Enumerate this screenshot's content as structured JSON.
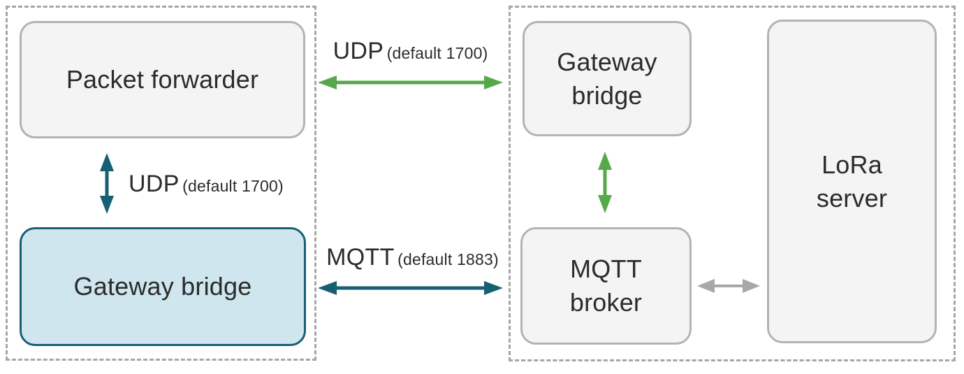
{
  "colors": {
    "green_arrow": "#57a84b",
    "teal_arrow": "#176073",
    "teal_box_fill": "#cfe6ee",
    "teal_box_border": "#176073",
    "box_fill": "#f4f4f4",
    "box_border": "#b3b3b3",
    "dashed_container_border": "#a6a6a6",
    "gray_arrow": "#a8a8a8",
    "text": "#2b2b2b"
  },
  "gateway_group": {
    "packet_forwarder": "Packet forwarder",
    "gateway_bridge": "Gateway bridge"
  },
  "server_group": {
    "gateway_bridge": "Gateway bridge",
    "mqtt_broker": "MQTT broker",
    "lora_server": "LoRa server"
  },
  "links": {
    "udp_top": {
      "protocol": "UDP",
      "detail": "(default 1700)"
    },
    "udp_left": {
      "protocol": "UDP",
      "detail": "(default 1700)"
    },
    "mqtt": {
      "protocol": "MQTT",
      "detail": "(default 1883)"
    }
  }
}
